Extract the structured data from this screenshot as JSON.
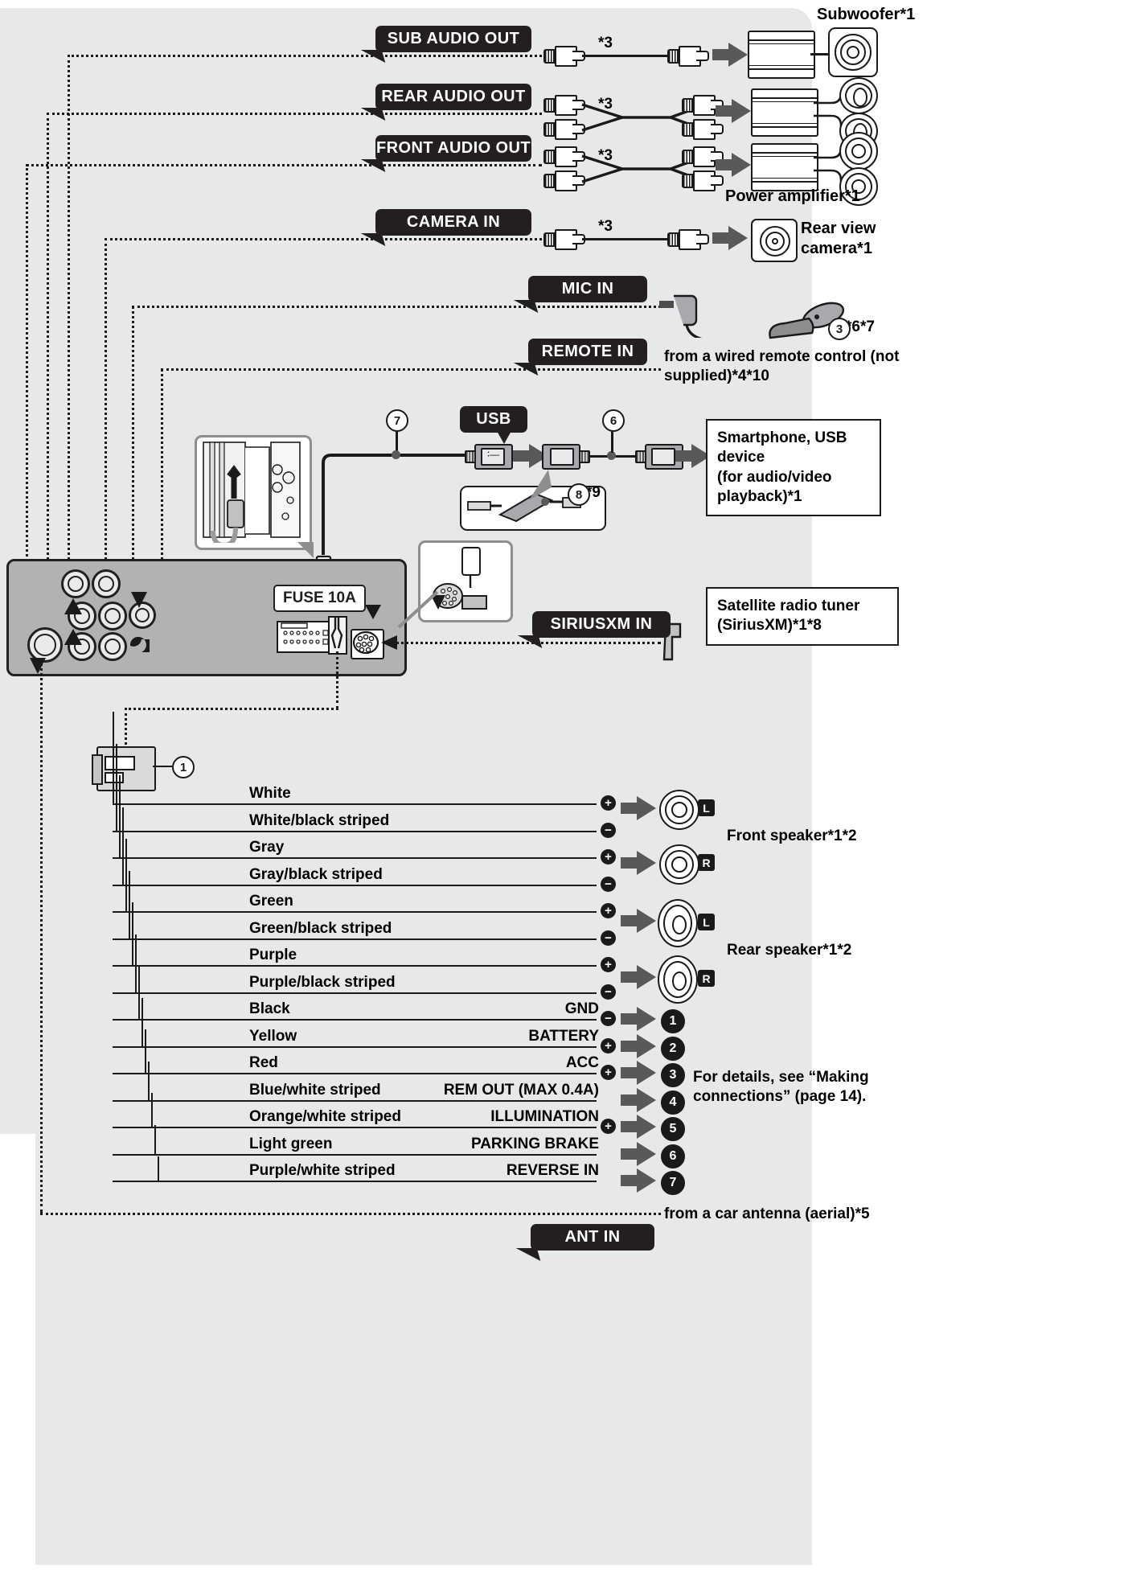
{
  "diagram": {
    "title": "Car stereo rear connection diagram",
    "accent_black": "#231f20",
    "panel_gray": "#e6e8ea",
    "arrow_gray": "#58595b"
  },
  "jack_labels": [
    {
      "id": "sub-audio-out",
      "text": "SUB AUDIO OUT",
      "note": "*3"
    },
    {
      "id": "rear-audio-out",
      "text": "REAR AUDIO OUT",
      "note": "*3"
    },
    {
      "id": "front-audio-out",
      "text": "FRONT AUDIO OUT",
      "note": "*3"
    },
    {
      "id": "camera-in",
      "text": "CAMERA IN",
      "note": "*3"
    },
    {
      "id": "mic-in",
      "text": "MIC IN",
      "note": ""
    },
    {
      "id": "remote-in",
      "text": "REMOTE IN",
      "note": ""
    },
    {
      "id": "usb",
      "text": "USB",
      "note": ""
    },
    {
      "id": "siriusxm-in",
      "text": "SIRIUSXM IN",
      "note": ""
    },
    {
      "id": "ant-in",
      "text": "ANT IN",
      "note": ""
    }
  ],
  "devices": {
    "subwoofer": "Subwoofer*1",
    "power_amplifier": "Power amplifier*1",
    "rear_view_camera": "Rear view\ncamera*1",
    "rear_view_camera_l1": "Rear view",
    "rear_view_camera_l2": "camera*1",
    "wired_remote_l1": "from a wired remote control (not",
    "wired_remote_l2": "supplied)*4*10",
    "smartphone_l1": "Smartphone, USB device",
    "smartphone_l2": "(for audio/video",
    "smartphone_l3": "playback)*1",
    "satellite_l1": "Satellite radio tuner",
    "satellite_l2": "(SiriusXM)*1*8",
    "car_antenna": "from a car antenna (aerial)*5"
  },
  "fuse": {
    "label": "FUSE 10A"
  },
  "ref_numbers": {
    "harness": "1",
    "mic_clip": "3",
    "mic_note": "*6*7",
    "usb_left": "7",
    "usb_right": "6",
    "usb_inset": "8",
    "usb_inset_note": "*9"
  },
  "speakers": {
    "front": "Front speaker*1*2",
    "rear": "Rear speaker*1*2",
    "left_badge": "L",
    "right_badge": "R"
  },
  "wires": [
    {
      "color": "White",
      "func": "",
      "sign": "+",
      "marker": ""
    },
    {
      "color": "White/black striped",
      "func": "",
      "sign": "-",
      "marker": ""
    },
    {
      "color": "Gray",
      "func": "",
      "sign": "+",
      "marker": ""
    },
    {
      "color": "Gray/black striped",
      "func": "",
      "sign": "-",
      "marker": ""
    },
    {
      "color": "Green",
      "func": "",
      "sign": "+",
      "marker": ""
    },
    {
      "color": "Green/black striped",
      "func": "",
      "sign": "-",
      "marker": ""
    },
    {
      "color": "Purple",
      "func": "",
      "sign": "+",
      "marker": ""
    },
    {
      "color": "Purple/black striped",
      "func": "",
      "sign": "-",
      "marker": ""
    },
    {
      "color": "Black",
      "func": "GND",
      "sign": "-",
      "marker": "1"
    },
    {
      "color": "Yellow",
      "func": "BATTERY",
      "sign": "+",
      "marker": "2"
    },
    {
      "color": "Red",
      "func": "ACC",
      "sign": "+",
      "marker": "3"
    },
    {
      "color": "Blue/white striped",
      "func": "REM OUT (MAX 0.4A)",
      "sign": "",
      "marker": "4"
    },
    {
      "color": "Orange/white striped",
      "func": "ILLUMINATION",
      "sign": "+",
      "marker": "5"
    },
    {
      "color": "Light green",
      "func": "PARKING BRAKE",
      "sign": "",
      "marker": "6"
    },
    {
      "color": "Purple/white striped",
      "func": "REVERSE IN",
      "sign": "",
      "marker": "7"
    }
  ],
  "footnote": {
    "line1": "For details, see “Making",
    "line2": "connections” (page 14)."
  }
}
